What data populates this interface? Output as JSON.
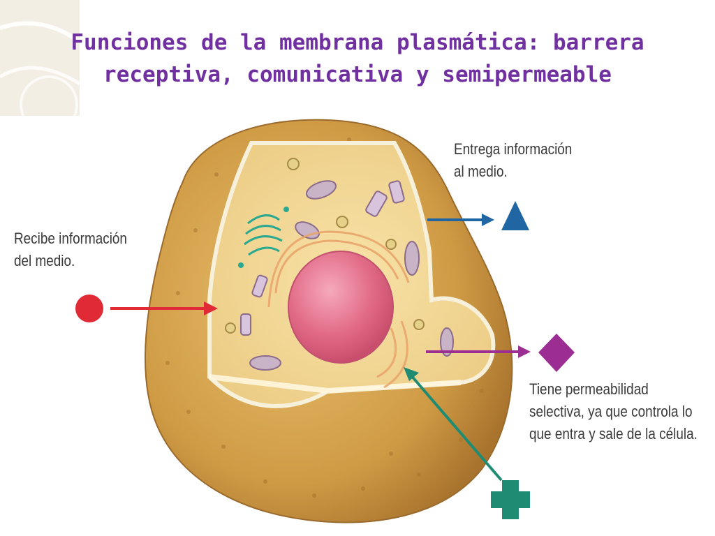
{
  "slide": {
    "title_lines": [
      "Funciones de la membrana plasmática: barrera",
      "receptiva, comunicativa y semipermeable"
    ]
  },
  "labels": {
    "emits": [
      "Entrega información",
      "al medio."
    ],
    "receives": [
      "Recibe información",
      "del medio."
    ],
    "permeability": [
      "Tiene permeabilidad",
      "selectiva, ya que controla lo",
      "que entra y sale de la célula."
    ]
  },
  "colors": {
    "title": "#7030a0",
    "emits_arrow": "#1f66a3",
    "receives_arrow": "#e02a35",
    "permeability_arrow": "#9b2d93",
    "entry_arrow": "#1e8b72",
    "cell_membrane": "#d4a04a",
    "nucleus": "#e8708a"
  },
  "icons": {
    "emits": "triangle",
    "receives": "circle",
    "permeability": "diamond",
    "entry": "cross"
  }
}
